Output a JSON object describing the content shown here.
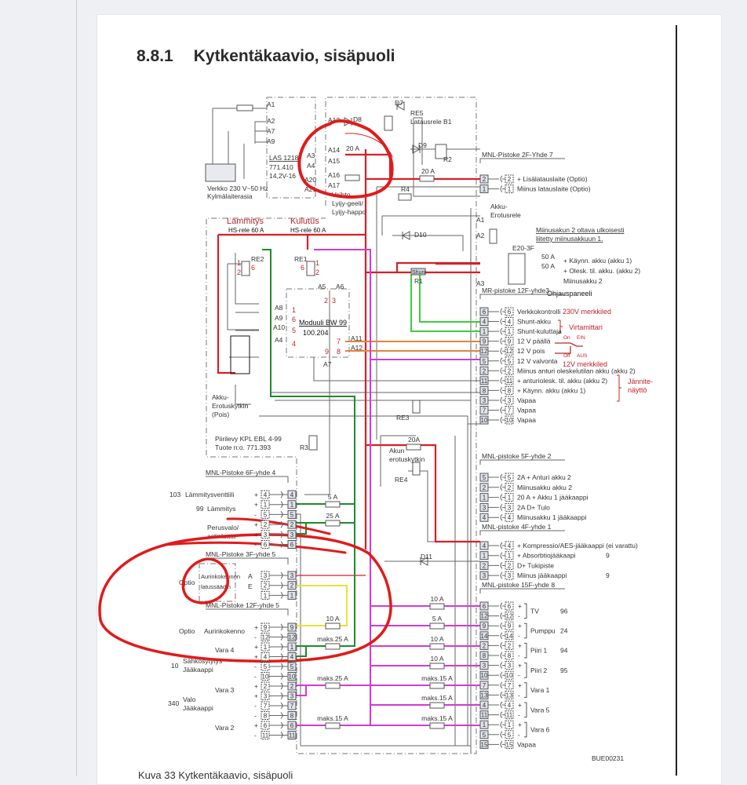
{
  "document": {
    "section_number": "8.8.1",
    "section_title": "Kytkentäkaavio, sisäpuoli",
    "caption": "Kuva 33  Kytkentäkaavio, sisäpuoli",
    "drawing_code": "BUE00231"
  },
  "top_block": {
    "pins_left": [
      "A1",
      "A2",
      "A7",
      "A9"
    ],
    "charger_name": "LAS 1218",
    "charger_code": "771.410",
    "charger_voltage": "14,2V-16",
    "mains_line1": "Verkko 230 V~50 Hz",
    "mains_line2": "Kylmälaiterasia",
    "pins_mid": [
      "A3",
      "A4",
      "A20",
      "A21"
    ],
    "pins_inner": [
      "A13",
      "A14",
      "A15",
      "A16",
      "A17"
    ],
    "fuse_a14": "20 A",
    "battery_type1": "Vaihto",
    "battery_type2": "Lyijy-geeli/",
    "battery_type3": "Lyijy-happo",
    "d7": "D7",
    "d8": "D8",
    "d9": "D9",
    "re5": "RE5",
    "re5_desc": "Latausrele B1",
    "r2": "R2",
    "r4": "R4",
    "fuse_main": "20 A",
    "d10": "D10"
  },
  "relays": {
    "heating_title": "Lämmitys",
    "heating_sub": "HS-rele 60 A",
    "consumption_title": "Kulutus",
    "consumption_sub": "HS-rele 60 A",
    "re2": "RE2",
    "re1": "RE1",
    "re2_pins": [
      "1",
      "2",
      "6"
    ],
    "re1_pins": [
      "6",
      "1",
      "2"
    ]
  },
  "module": {
    "name": "Moduuli BW 99",
    "code": "100.204",
    "pins_left": [
      "A8",
      "A9",
      "A10",
      "A4"
    ],
    "pins_left_num": [
      "1",
      "6",
      "5",
      "4"
    ],
    "pins_top": [
      "A5",
      "A6"
    ],
    "pins_top_num": [
      "2",
      "3"
    ],
    "pins_right": [
      "A11",
      "A12"
    ],
    "pins_right_num": [
      "7",
      "8",
      "9"
    ],
    "pin_bottom": "A7"
  },
  "board": {
    "switch_label1": "Akku-",
    "switch_label2": "Erotuskytkin",
    "switch_label3": "(Pois)",
    "board_name": "Piirilevy KPL EBL 4-99",
    "board_code": "Tuote n:o. 771.393",
    "r3": "R3",
    "shunt": "Shunt",
    "r1": "R1",
    "re3": "RE3",
    "re4": "RE4",
    "fuse_20a": "20A",
    "akun1": "Akun",
    "akun2": "erotuskytkin",
    "d11": "D11"
  },
  "separator": {
    "title1": "Akku-",
    "title2": "Erotusrele",
    "a1": "A1",
    "a2": "A2",
    "a3": "A3",
    "note1": "Miinusakun 2 oltava ulkoisesti",
    "note2": "liitetty miinusakkuun 1.",
    "e20": "E20-3F",
    "fuse1": "50 A",
    "fuse2": "50 A",
    "out1": "+  Käynn. akku (akku 1)",
    "out2": "+  Olesk. til. akku. (akku 2)",
    "out3": "Miinusakku 2"
  },
  "right_connectors": [
    {
      "title": "MNL-Pistoke 2F-Yhde 7",
      "rows": [
        {
          "pin": "2",
          "label": "+  Lisälatauslaite (Optio)"
        },
        {
          "pin": "1",
          "label": "Miinus latauslaite (Optio)"
        }
      ]
    },
    {
      "title": "MR-pistoke 12F-yhde3",
      "rows": [
        {
          "pin": "6",
          "label": "Verkkokontrolli"
        },
        {
          "pin": "4",
          "label": "Shunt-akku"
        },
        {
          "pin": "1",
          "label": "Shunt-kuluttaja"
        },
        {
          "pin": "9",
          "label": "12 V päällä"
        },
        {
          "pin": "12",
          "label": "12 V pois"
        },
        {
          "pin": "5",
          "label": "12 V valvonta"
        },
        {
          "pin": "2",
          "label": "Miinus anturi oleskelutilan akku (akku 2)"
        },
        {
          "pin": "11",
          "label": "+ anturiolesk. til. akku (akku 2)"
        },
        {
          "pin": "8",
          "label": "+ Käynn. akku (akku 1)"
        },
        {
          "pin": "3",
          "label": "Vapaa"
        },
        {
          "pin": "7",
          "label": "Vapaa"
        },
        {
          "pin": "10",
          "label": "Vapaa"
        }
      ]
    },
    {
      "title": "MNL-pistoke 5F-yhde 2",
      "rows": [
        {
          "pin": "5",
          "label": "2A  +  Anturi akku 2"
        },
        {
          "pin": "2",
          "label": "Miinusakku  akku 2"
        },
        {
          "pin": "1",
          "label": "20 A  +  Akku 1 jääkaappi"
        },
        {
          "pin": "3",
          "label": "2A  D+  Tulo"
        },
        {
          "pin": "4",
          "label": "Miinusakku 1 jääkaappi"
        }
      ]
    },
    {
      "title": "MNL-pistoke 4F-yhde 1",
      "rows": [
        {
          "pin": "4",
          "label": "+  Kompressio/AES-jääkaappi (ei varattu)"
        },
        {
          "pin": "1",
          "label": "+  Absorbtiojääkaapi",
          "num": "9"
        },
        {
          "pin": "2",
          "label": "D+  Tukipiste"
        },
        {
          "pin": "3",
          "label": "Miinus jääkaappi",
          "num": "9"
        }
      ]
    },
    {
      "title": "MNL-pistoke 15F-yhde 8",
      "rows": [
        {
          "pin": "6",
          "sign": "+"
        },
        {
          "pin": "12",
          "sign": "-"
        },
        {
          "pin": "9",
          "sign": "+"
        },
        {
          "pin": "14",
          "sign": "-"
        },
        {
          "pin": "2",
          "sign": "+"
        },
        {
          "pin": "8",
          "sign": "-"
        },
        {
          "pin": "3",
          "sign": "+"
        },
        {
          "pin": "10",
          "sign": "-"
        },
        {
          "pin": "7",
          "sign": "+"
        },
        {
          "pin": "13",
          "sign": "-"
        },
        {
          "pin": "4",
          "sign": "+"
        },
        {
          "pin": "11",
          "sign": "-"
        },
        {
          "pin": "1",
          "sign": "+"
        },
        {
          "pin": "5",
          "sign": "-"
        },
        {
          "pin": "15",
          "label": "Vapaa"
        }
      ],
      "groups": [
        {
          "label": "TV",
          "num": "96"
        },
        {
          "label": "Pumppu",
          "num": "24"
        },
        {
          "label": "Piiri 1",
          "num": "94"
        },
        {
          "label": "Piiri 2",
          "num": "95"
        },
        {
          "label": "Vara 1"
        },
        {
          "label": "Vara 5"
        },
        {
          "label": "Vara 6"
        }
      ]
    }
  ],
  "right_fuses": [
    "10 A",
    "5 A",
    "10 A",
    "10 A",
    "maks.15 A",
    "maks.15 A",
    "maks.15 A"
  ],
  "left_connectors": [
    {
      "title": "MNL-Pistoke 6F-yhde 4",
      "rows": [
        {
          "pin": "4",
          "sign": "+"
        },
        {
          "pin": "1",
          "sign": "+"
        },
        {
          "pin": "5",
          "sign": "-"
        },
        {
          "pin": "2",
          "sign": "+"
        },
        {
          "pin": "3",
          "sign": "+"
        },
        {
          "pin": "6",
          "sign": "-"
        }
      ]
    },
    {
      "title": "MNL-Pistoke 3F-yhde 5",
      "rows": [
        {
          "pin": "3"
        },
        {
          "pin": "2"
        },
        {
          "pin": "1"
        }
      ]
    },
    {
      "title": "MNL-Pistoke 12F-yhde 5",
      "rows": [
        {
          "pin": "9",
          "sign": "+"
        },
        {
          "pin": "12",
          "sign": "-"
        },
        {
          "pin": "1",
          "sign": "+"
        },
        {
          "pin": "4",
          "sign": "+"
        },
        {
          "pin": "5",
          "sign": "-"
        },
        {
          "pin": "10",
          "sign": "-"
        },
        {
          "pin": "2",
          "sign": "+"
        },
        {
          "pin": "3",
          "sign": "+"
        },
        {
          "pin": "7",
          "sign": "-"
        },
        {
          "pin": "8",
          "sign": "-"
        },
        {
          "pin": "6",
          "sign": "+"
        },
        {
          "pin": "11",
          "sign": "-"
        }
      ]
    }
  ],
  "left_labels": {
    "heating_valve_num": "103",
    "heating_valve": "Lämmitysventtiili",
    "heating_num": "99",
    "heating": "Lämmitys",
    "basic_light1": "Perusvalo/",
    "basic_light2": "astinlauta",
    "optio1": "Optio",
    "solar_ctrl1": "Aurinkokennon",
    "solar_ctrl2": "latussäädin",
    "solar_a": "A",
    "solar_e": "E",
    "optio2": "Optio",
    "solar_panel": "Aurinkokenno",
    "vara4": "Vara 4",
    "fridge_ign_num": "10",
    "fridge_ign1": "Sähkösytytys",
    "fridge_ign2": "Jääkaappi",
    "vara3": "Vara 3",
    "fridge_light_num": "340",
    "fridge_light1": "Valo",
    "fridge_light2": "Jääkaappi",
    "vara2": "Vara 2"
  },
  "left_fuses": [
    "5 A",
    "25 A",
    "10 A",
    "maks.25 A",
    "maks.25 A",
    "maks.15 A"
  ],
  "annotations": {
    "control_panel": "Ohjauspaneeli",
    "mains_led": "230V merkkiled",
    "current_meter": "Virtamittari",
    "on": "On",
    "ein": "EIN",
    "off": "Off",
    "aus": "AUS",
    "led_12v": "12V merkkiled",
    "voltage1": "Jännite-",
    "voltage2": "näyttö"
  },
  "colors": {
    "red": "#d81f26",
    "green": "#1f8a2a",
    "light_green": "#3ccf3c",
    "magenta": "#d23ad6",
    "orange": "#e8843a",
    "yellow": "#e8e23a",
    "wire": "#555555",
    "ink": "#d01818"
  }
}
